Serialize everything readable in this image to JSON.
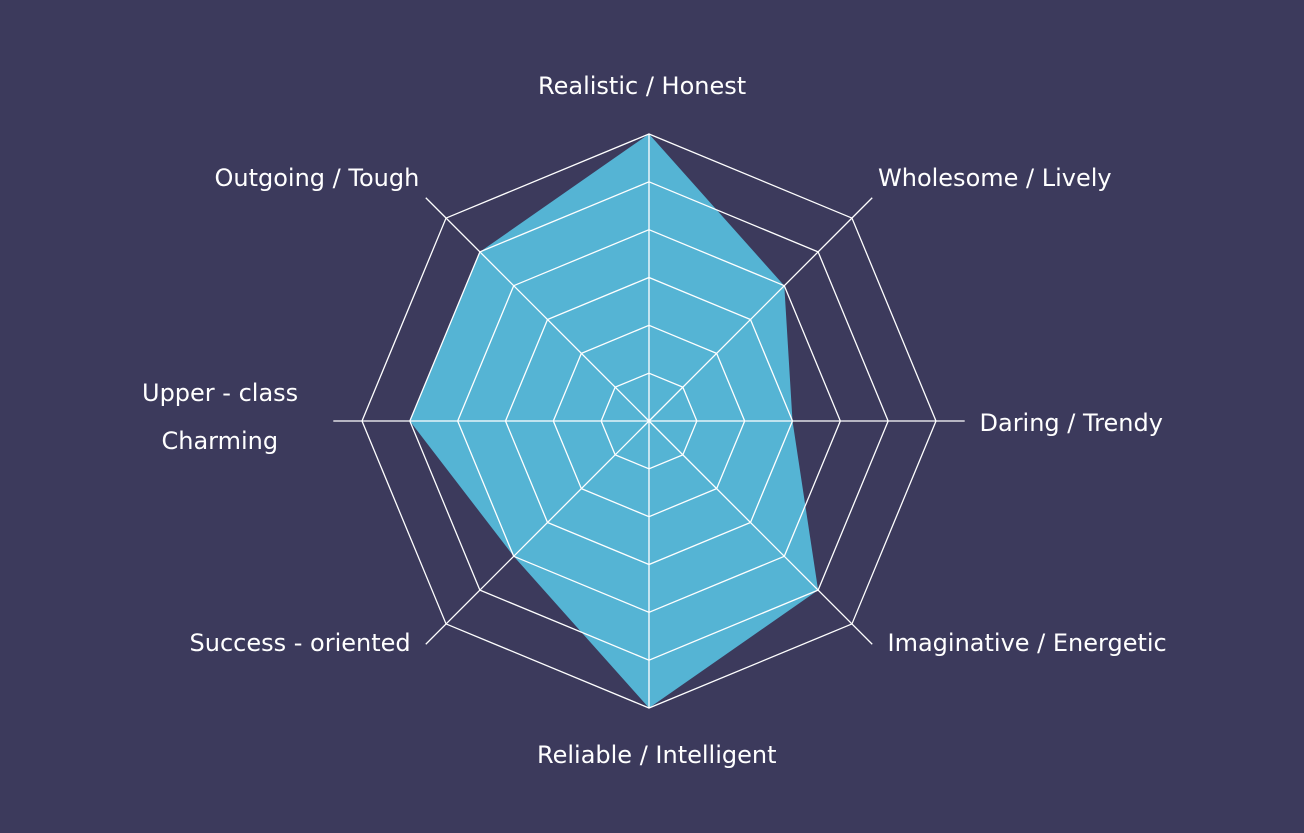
{
  "chart_data": {
    "type": "radar",
    "title": "",
    "axes": [
      "Realistic / Honest",
      "Wholesome / Lively",
      "Daring / Trendy",
      "Imaginative / Energetic",
      "Reliable / Intelligent",
      "Success - oriented",
      "Upper - class Charming",
      "Outgoing / Tough"
    ],
    "label_lines": [
      [
        "Realistic / Honest"
      ],
      [
        "Wholesome / Lively"
      ],
      [
        "Daring / Trendy"
      ],
      [
        "Imaginative / Energetic"
      ],
      [
        "Reliable / Intelligent"
      ],
      [
        "Success - oriented"
      ],
      [
        "Upper - class",
        "Charming"
      ],
      [
        "Outgoing / Tough"
      ]
    ],
    "values": [
      6,
      4,
      3,
      5,
      6,
      4,
      5,
      5
    ],
    "rlim": [
      0,
      6
    ],
    "rings": [
      1,
      2,
      3,
      4,
      5,
      6
    ],
    "colors": {
      "background": "#3c3a5c",
      "fill": "#55b4d4",
      "grid": "#ffffff",
      "text": "#ffffff"
    }
  }
}
